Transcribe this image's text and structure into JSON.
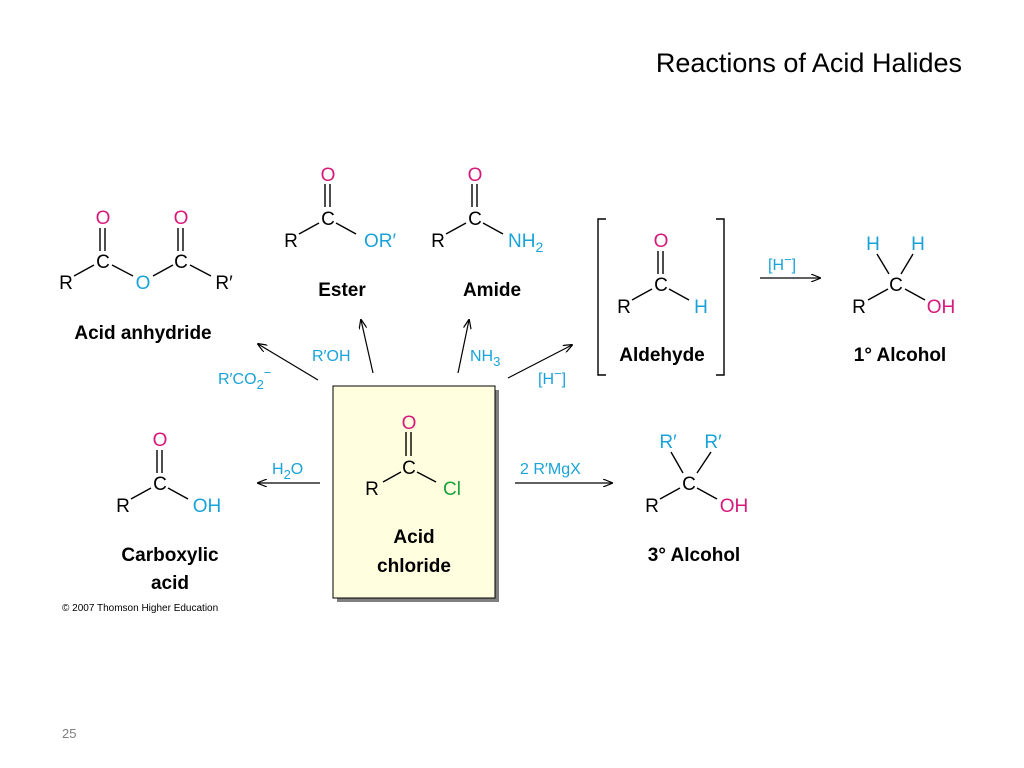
{
  "slide": {
    "title": "Reactions of Acid Halides",
    "page_number": "25",
    "copyright": "© 2007 Thomson Higher Education"
  },
  "colors": {
    "oxygen": "#d6197a",
    "chlorine": "#1aa33a",
    "reagent": "#1aa3d9",
    "center_box": "#ffffe0"
  },
  "center": {
    "name_line1": "Acid",
    "name_line2": "chloride"
  },
  "products": {
    "anhydride": "Acid anhydride",
    "ester": "Ester",
    "amide": "Amide",
    "aldehyde": "Aldehyde",
    "primary_alcohol": "1° Alcohol",
    "carboxylic_line1": "Carboxylic",
    "carboxylic_line2": "acid",
    "tertiary_alcohol": "3° Alcohol"
  },
  "reagents": {
    "carboxylate": "R′CO2−",
    "alcohol": "R′OH",
    "ammonia": "NH3",
    "hydride": "[H−]",
    "hydride2": "[H−]",
    "water": "H2O",
    "grignard": "2 R′MgX"
  },
  "atoms": {
    "R": "R",
    "C": "C",
    "O": "O",
    "H": "H",
    "OR": "OR′",
    "NH2": "NH",
    "sub2": "2",
    "OH": "OH",
    "Cl": "Cl",
    "Rp": "R′"
  }
}
